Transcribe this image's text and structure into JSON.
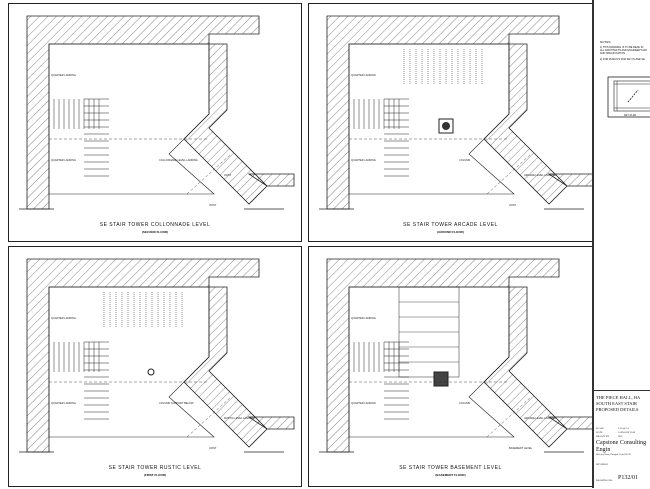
{
  "panels": [
    {
      "title": "SE STAIR TOWER COLLONNADE LEVEL",
      "subtitle": "(SECOND FLOOR)",
      "labels": [
        "QUARTER LANDING",
        "QUARTER LANDING",
        "COLLONNADE LEVEL LANDING",
        "JOIST",
        "JOIST"
      ]
    },
    {
      "title": "SE STAIR TOWER ARCADE LEVEL",
      "subtitle": "(GROUND FLOOR)",
      "labels": [
        "QUARTER LANDING",
        "QUARTER LANDING",
        "COLUMN",
        "ARCADE LEVEL LANDING",
        "JOIST"
      ]
    },
    {
      "title": "SE STAIR TOWER RUSTIC LEVEL",
      "subtitle": "(FIRST FLOOR)",
      "labels": [
        "QUARTER LANDING",
        "QUARTER LANDING",
        "COLUMN SUPPORT BELOW",
        "RUSTIC LEVEL LANDING",
        "JOIST"
      ]
    },
    {
      "title": "SE STAIR TOWER BASEMENT LEVEL",
      "subtitle": "(BASEMENT FLOOR)",
      "labels": [
        "QUARTER LANDING",
        "QUARTER LANDING",
        "COLUMN",
        "ARCADE LEVEL LANDING",
        "BASEMENT LEVEL"
      ]
    }
  ],
  "notes": {
    "heading": "NOTES:",
    "lines": [
      "1) THIS DRAWING IS TO BE READ IN",
      "ALL ARCHITECTS AND ENGINEER'S DR",
      "AND SPECIFICATION.",
      "2) FOR PURLIN'S FOR KEY PLANE SE"
    ],
    "key_plan": "KEY PLAN"
  },
  "title_block": {
    "project": "THE PIECE HALL, HA",
    "title1": "SOUTH EAST STAIR",
    "title2": "PROPOSED DETAILS",
    "scale_label": "SCALE",
    "scale": "1:50 @ A1",
    "date_label": "DATE",
    "date": "JANUARY 2016",
    "drawn_label": "DRAWN BY",
    "drawn": "JLD",
    "company": "Capstone Consulting Engin",
    "address": "Wellesley House, Harrogate Leeds LS8 1LJ",
    "revision_label": "REVISION",
    "drawing_no_label": "DRAWING NO.",
    "drawing_no": "P132/01"
  }
}
